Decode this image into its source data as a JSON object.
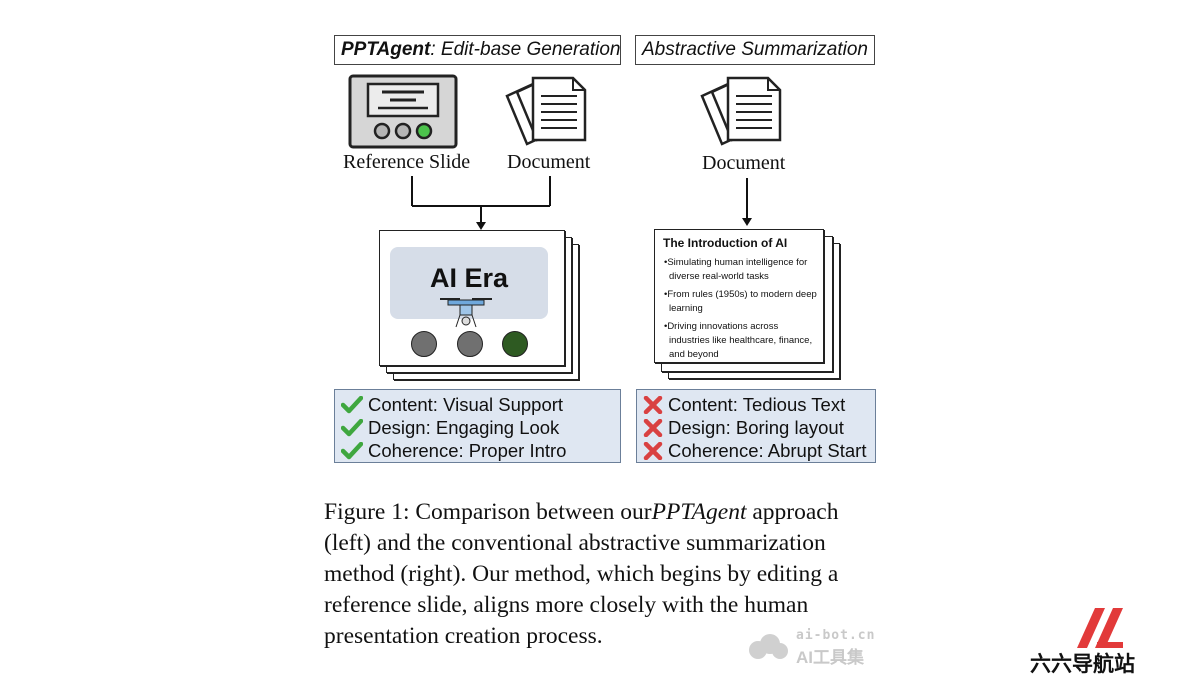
{
  "left_panel": {
    "title_bold": "PPTAgent",
    "title_rest": ": Edit-base Generation",
    "reference_label": "Reference Slide",
    "document_label": "Document",
    "slide_title": "AI Era",
    "results": [
      "Content: Visual Support",
      "Design: Engaging Look",
      "Coherence: Proper Intro"
    ]
  },
  "right_panel": {
    "title": "Abstractive Summarization",
    "document_label": "Document",
    "summary_title": "The Introduction of AI",
    "bullets": [
      "•Simulating human intelligence for diverse real-world tasks",
      "•From rules (1950s) to modern deep learning",
      "•Driving innovations across industries like healthcare, finance, and beyond"
    ],
    "results": [
      "Content: Tedious Text",
      "Design: Boring layout",
      "Coherence: Abrupt Start"
    ]
  },
  "caption": {
    "prefix": "Figure 1: Comparison between our",
    "agent": "PPTAgent",
    "rest": " approach (left) and the conventional abstractive summarization method (right). Our method, which begins by editing a reference slide, aligns more closely with the human presentation creation process."
  },
  "watermarks": {
    "site1_top": "ai-bot.cn",
    "site1_bottom": "AI工具集",
    "site2": "六六导航站"
  },
  "colors": {
    "pass": "#3fa73f",
    "fail": "#d94141",
    "pill_bg": "#dfe7f2",
    "slide_panel": "#d6dde8",
    "dot_gray": "#707070",
    "dot_green": "#2e5a22",
    "logo_red": "#e23a3a"
  },
  "icons": [
    "reference-slide-icon",
    "document-icon",
    "drone-icon",
    "checkmark-icon",
    "cross-icon"
  ]
}
